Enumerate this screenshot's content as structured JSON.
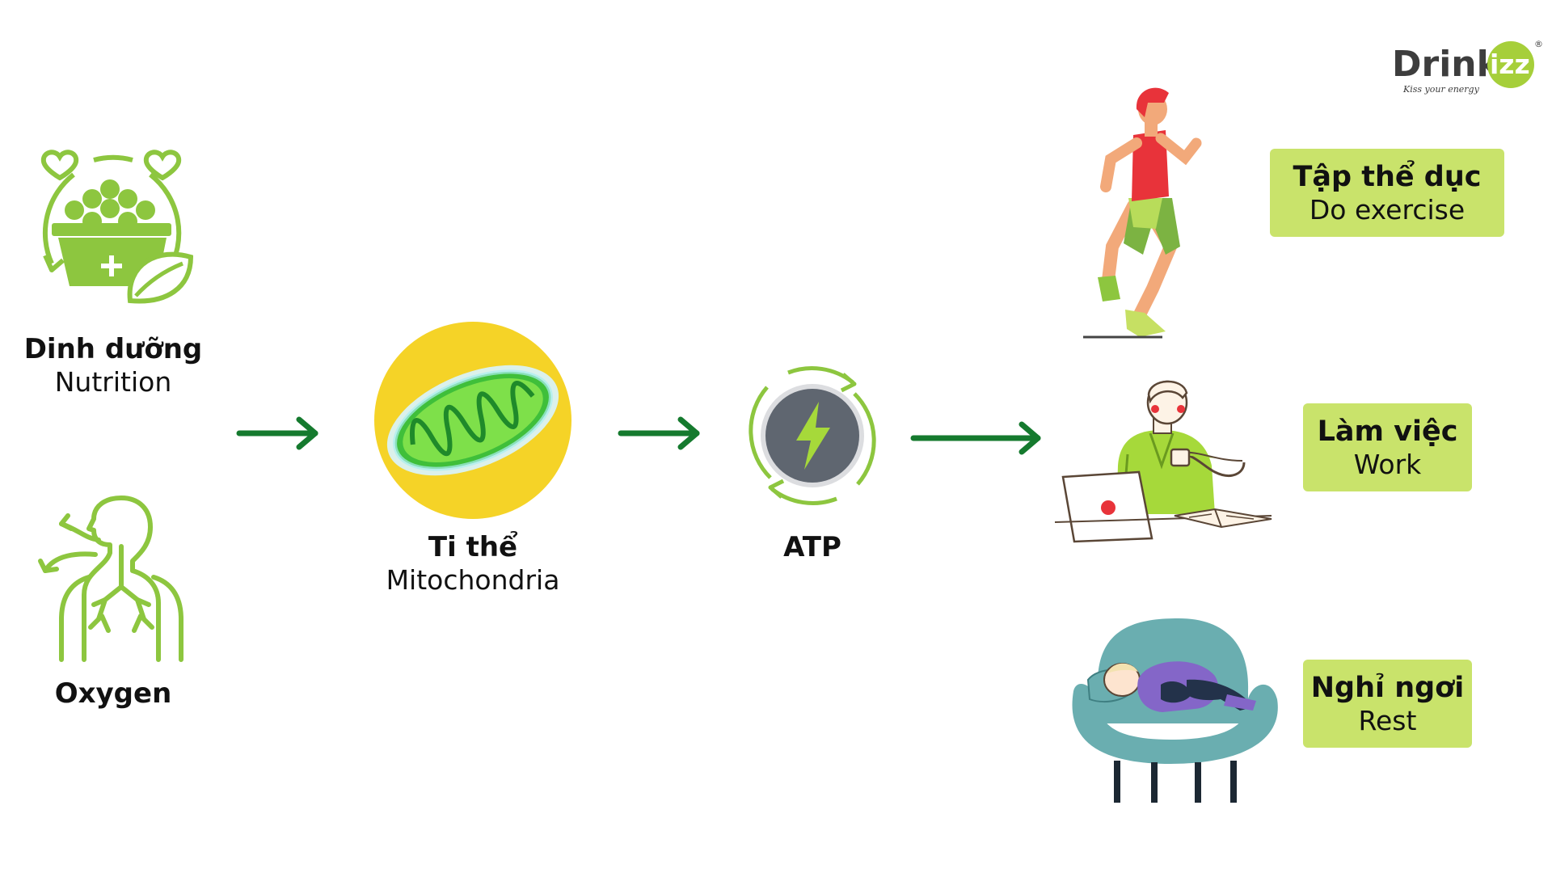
{
  "logo": {
    "word": "Drink",
    "badge": "izz",
    "tagline": "Kiss your energy",
    "mark": "®"
  },
  "inputs": {
    "nutrition": {
      "title": "Dinh dưỡng",
      "subtitle": "Nutrition",
      "icon": "nutrition-basket-icon"
    },
    "oxygen": {
      "title": "Oxygen",
      "icon": "respiratory-system-icon"
    }
  },
  "mitochondria": {
    "title": "Ti thể",
    "subtitle": "Mitochondria",
    "icon": "mitochondria-icon"
  },
  "atp": {
    "title": "ATP",
    "icon": "lightning-bolt-icon"
  },
  "outputs": [
    {
      "title": "Tập thể dục",
      "subtitle": "Do exercise",
      "icon": "runner-icon"
    },
    {
      "title": "Làm việc",
      "subtitle": "Work",
      "icon": "worker-laptop-icon"
    },
    {
      "title": "Nghỉ ngơi",
      "subtitle": "Rest",
      "icon": "resting-on-sofa-icon"
    }
  ],
  "colors": {
    "accent_green": "#8dc63f",
    "arrow_green": "#157a2e",
    "label_bg": "#c9e36b",
    "sun_yellow": "#f5d327"
  }
}
